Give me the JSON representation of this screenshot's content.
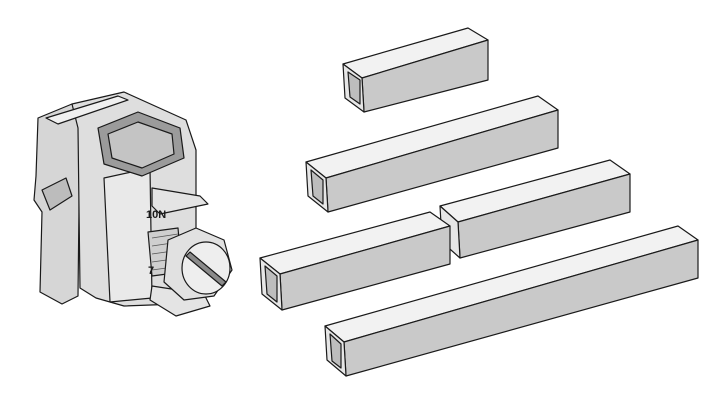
{
  "figure": {
    "clamp": {
      "markings": [
        "10N",
        "7"
      ],
      "colors": {
        "body": "#d9d9d9",
        "shade": "#a9a9a9",
        "dark": "#8c8c8c",
        "outline": "#1a1a1a"
      }
    },
    "channels": {
      "count": 5,
      "colors": {
        "front": "#c9c9c9",
        "top": "#f2f2f2",
        "end": "#e6e6e6",
        "outline": "#1a1a1a"
      }
    }
  }
}
